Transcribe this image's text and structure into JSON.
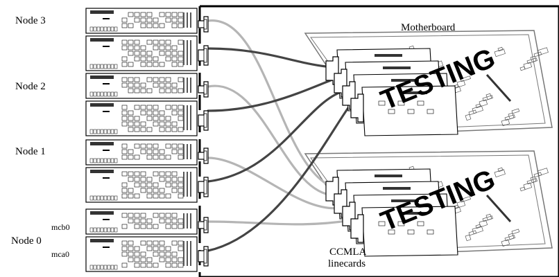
{
  "nodes": [
    {
      "label": "Node 3"
    },
    {
      "label": "Node 2"
    },
    {
      "label": "Node 1"
    },
    {
      "label": "Node 0"
    }
  ],
  "ports": {
    "top": "mcb0",
    "bottom": "mca0"
  },
  "motherboard_label": "Motherboard",
  "linecards_label_line1": "CCMLA",
  "linecards_label_line2": "linecards",
  "stamp_text": "TESTING",
  "colors": {
    "cable_dark": "#444444",
    "cable_light": "#b5b5b5",
    "board": "#ffffff",
    "ink": "#000000",
    "board_edge": "#777777"
  }
}
